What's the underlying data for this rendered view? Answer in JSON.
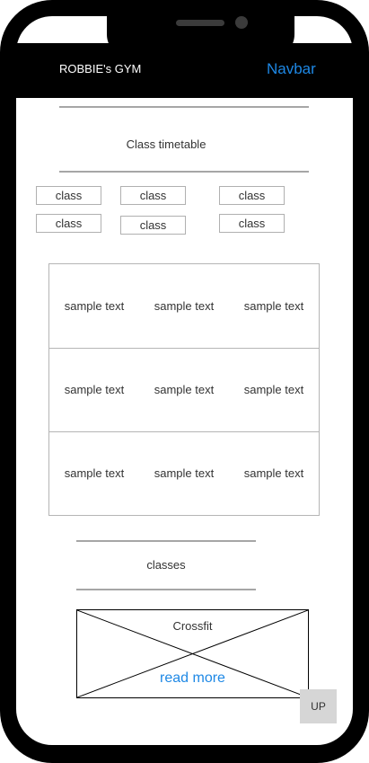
{
  "navbar": {
    "brand": "ROBBIE's GYM",
    "link_label": "Navbar"
  },
  "timetable": {
    "title": "Class timetable",
    "classes": [
      "class",
      "class",
      "class",
      "class",
      "class",
      "class"
    ],
    "rows": [
      [
        "sample text",
        "sample text",
        "sample text"
      ],
      [
        "sample text",
        "sample text",
        "sample text"
      ],
      [
        "sample text",
        "sample text",
        "sample text"
      ]
    ]
  },
  "classes_section": {
    "title": "classes",
    "card": {
      "title": "Crossfit",
      "link_label": "read more",
      "image_icon": "image-placeholder-icon"
    }
  },
  "up_button": {
    "label": "UP"
  },
  "colors": {
    "link": "#1e88e5",
    "frame": "#000000",
    "divider": "#a6a6a6",
    "up_button_bg": "#d6d6d6"
  }
}
